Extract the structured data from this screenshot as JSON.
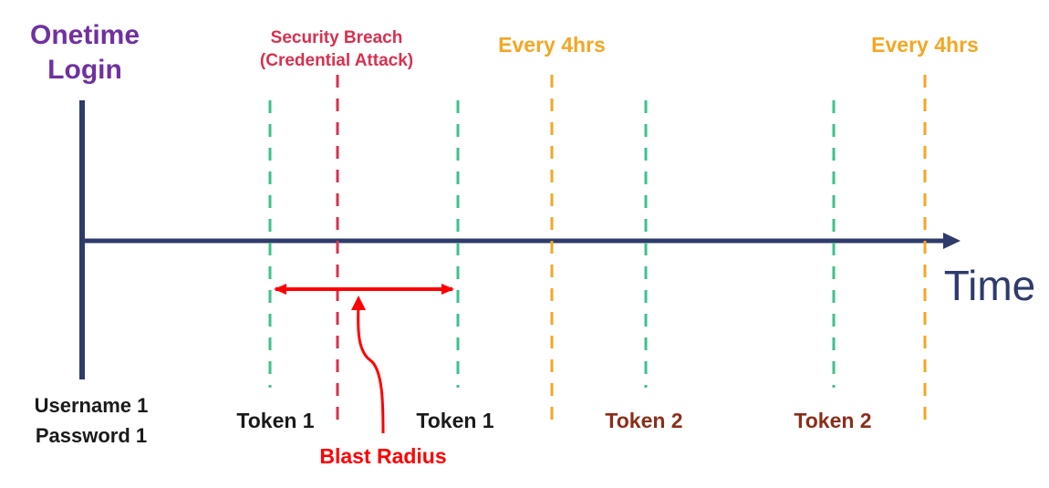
{
  "title": {
    "line1": "Onetime",
    "line2": "Login"
  },
  "breach": {
    "line1": "Security Breach",
    "line2": "(Credential Attack)"
  },
  "refresh_labels": [
    "Every 4hrs",
    "Every 4hrs"
  ],
  "axis_label": "Time",
  "credentials": {
    "line1": "Username 1",
    "line2": "Password 1"
  },
  "tokens": [
    "Token 1",
    "Token 1",
    "Token 2",
    "Token 2"
  ],
  "blast_radius": "Blast Radius",
  "colors": {
    "axis": "#2e3b6b",
    "title": "#7030a0",
    "breach": "#d9304f",
    "refresh": "#f5a623",
    "token_line": "#3cc28a",
    "token1_text": "#1a1a1a",
    "token2_text": "#8b2e1a",
    "blast": "#ff0000"
  }
}
